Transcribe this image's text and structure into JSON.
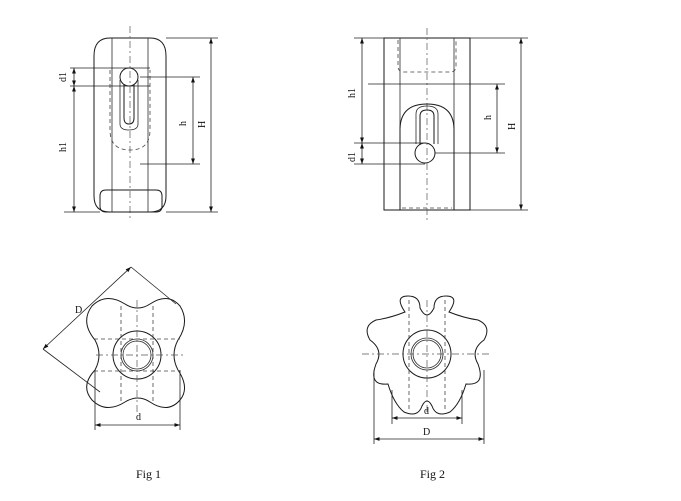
{
  "figures": [
    {
      "caption": "Fig  1",
      "labels": {
        "d1": "d1",
        "h1": "h1",
        "h": "h",
        "H": "H",
        "D": "D",
        "d": "d"
      }
    },
    {
      "caption": "Fig  2",
      "labels": {
        "h1": "h1",
        "d1": "d1",
        "h": "h",
        "H": "H",
        "d": "d",
        "D": "D"
      }
    }
  ],
  "colors": {
    "line": "#1a1a1a",
    "background": "#ffffff"
  }
}
